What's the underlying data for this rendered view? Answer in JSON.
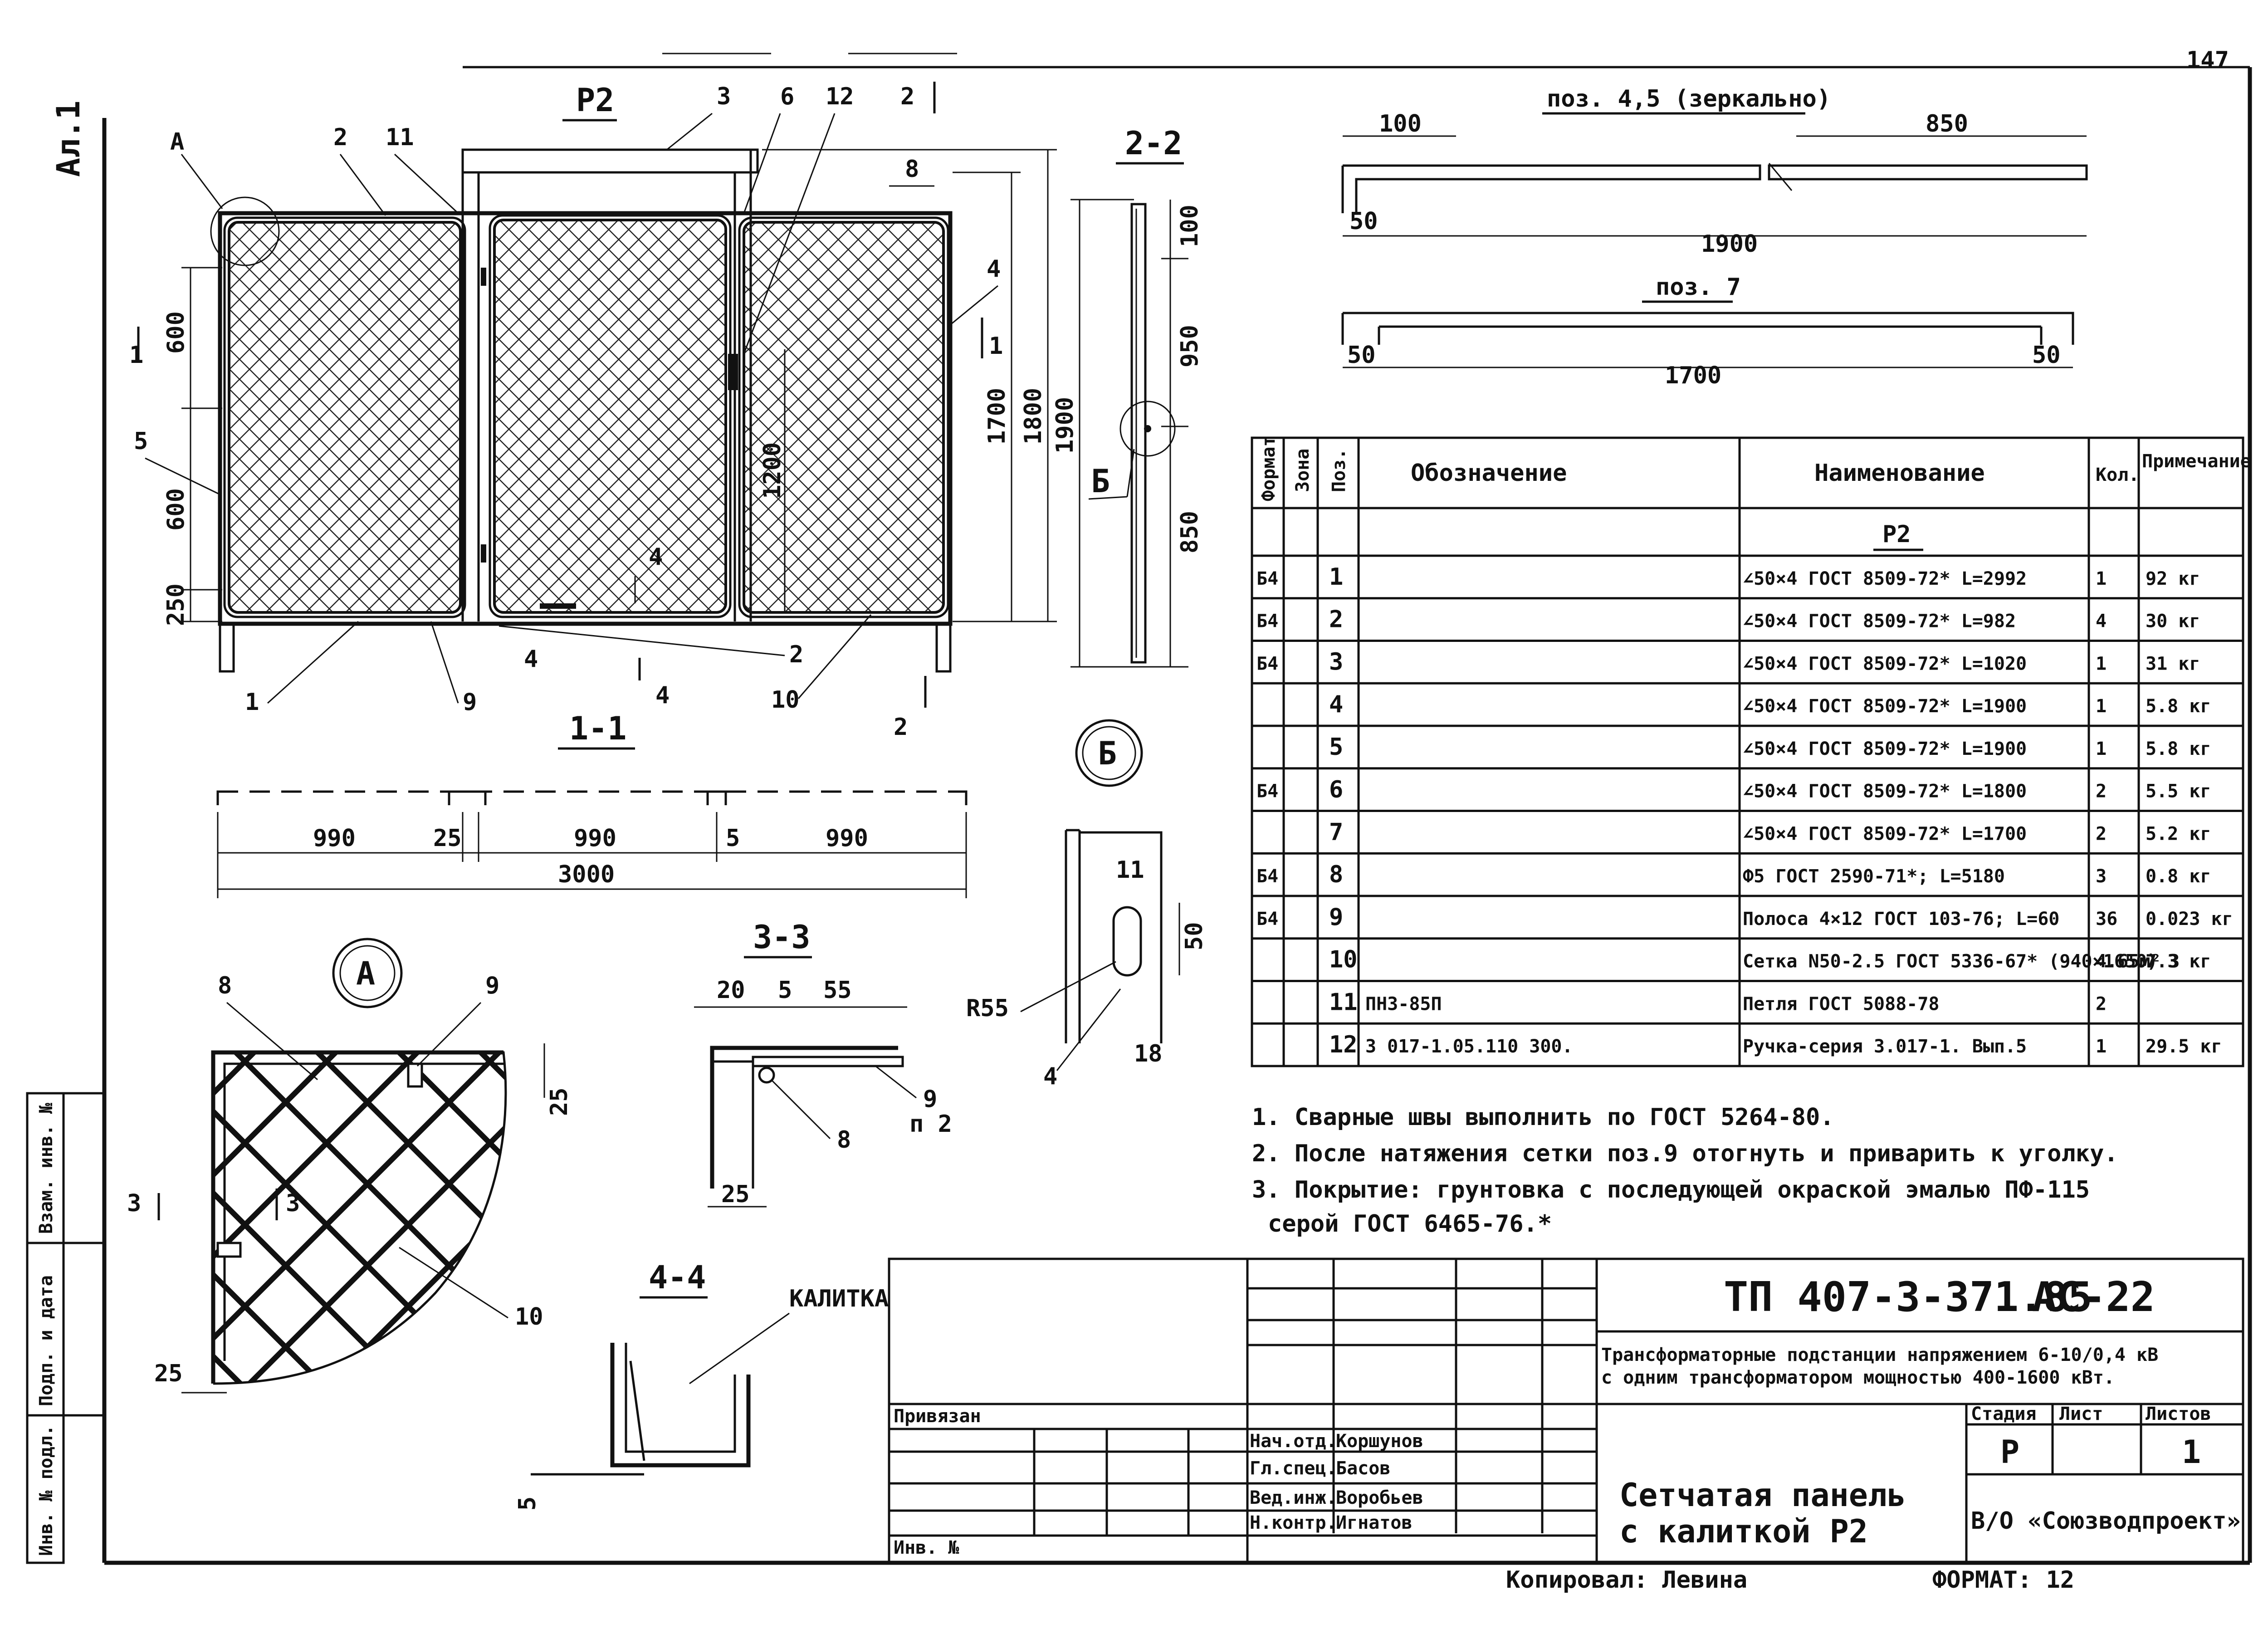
{
  "sheet": {
    "sheet_label": "Ал.1",
    "page_number": "147",
    "format": "ФОРМАТ: 12",
    "copied_by": "Копировал: Левина"
  },
  "main_view": {
    "title": "Р2",
    "section_marks": [
      "1",
      "1",
      "2",
      "2",
      "4",
      "4"
    ],
    "callouts": [
      "2",
      "11",
      "3",
      "6",
      "12",
      "8",
      "4",
      "5",
      "1",
      "9",
      "2",
      "10",
      "4"
    ],
    "callout_a": "А",
    "dims": {
      "d600a": "600",
      "d600b": "600",
      "d250": "250",
      "d1200": "1200",
      "d1700": "1700",
      "d1800": "1800"
    }
  },
  "view_2_2": {
    "title": "2-2",
    "dims": [
      "100",
      "950",
      "850",
      "1900"
    ],
    "callout": "Б"
  },
  "view_1_1": {
    "title": "1-1",
    "dims": [
      "990",
      "25",
      "990",
      "5",
      "990",
      "3000"
    ]
  },
  "pos45": {
    "title": "поз. 4,5 (зеркально)",
    "dims": [
      "100",
      "850",
      "50",
      "1900"
    ]
  },
  "pos7": {
    "title": "поз. 7",
    "dims": [
      "50",
      "50",
      "1700"
    ]
  },
  "detail_a": {
    "title": "А",
    "callouts": [
      "8",
      "9",
      "3",
      "3",
      "10"
    ],
    "dims": [
      "25",
      "25"
    ]
  },
  "view_3_3": {
    "title": "3-3",
    "dims": [
      "20",
      "5",
      "55",
      "25"
    ],
    "callouts": [
      "8",
      "9",
      "п 2"
    ]
  },
  "detail_b": {
    "title": "Б",
    "dims": [
      "11",
      "50",
      "18"
    ],
    "radius": "R55",
    "callout": "4"
  },
  "view_4_4": {
    "title": "4-4",
    "label": "КАЛИТКА",
    "dim": "5"
  },
  "spec_table": {
    "headers": [
      "Формат",
      "Зона",
      "Поз.",
      "Обозначение",
      "Наименование",
      "Кол.",
      "Примечание"
    ],
    "group_title": "Р2",
    "rows": [
      {
        "format": "Б4",
        "pos": "1",
        "designation": "",
        "name": "∠50×4 ГОСТ 8509-72* L=2992",
        "qty": "1",
        "note": "92 кг"
      },
      {
        "format": "Б4",
        "pos": "2",
        "designation": "",
        "name": "∠50×4 ГОСТ 8509-72* L=982",
        "qty": "4",
        "note": "30 кг"
      },
      {
        "format": "Б4",
        "pos": "3",
        "designation": "",
        "name": "∠50×4 ГОСТ 8509-72* L=1020",
        "qty": "1",
        "note": "31 кг"
      },
      {
        "format": "",
        "pos": "4",
        "designation": "",
        "name": "∠50×4 ГОСТ 8509-72* L=1900",
        "qty": "1",
        "note": "5.8 кг"
      },
      {
        "format": "",
        "pos": "5",
        "designation": "",
        "name": "∠50×4 ГОСТ 8509-72* L=1900",
        "qty": "1",
        "note": "5.8 кг"
      },
      {
        "format": "Б4",
        "pos": "6",
        "designation": "",
        "name": "∠50×4 ГОСТ 8509-72* L=1800",
        "qty": "2",
        "note": "5.5 кг"
      },
      {
        "format": "",
        "pos": "7",
        "designation": "",
        "name": "∠50×4 ГОСТ 8509-72* L=1700",
        "qty": "2",
        "note": "5.2 кг"
      },
      {
        "format": "Б4",
        "pos": "8",
        "designation": "",
        "name": "Ф5 ГОСТ 2590-71*; L=5180",
        "qty": "3",
        "note": "0.8 кг"
      },
      {
        "format": "Б4",
        "pos": "9",
        "designation": "",
        "name": "Полоса 4×12 ГОСТ 103-76; L=60",
        "qty": "36",
        "note": "0.023 кг"
      },
      {
        "format": "",
        "pos": "10",
        "designation": "",
        "name": "Сетка N50-2.5 ГОСТ 5336-67* (940×1650) 3",
        "qty": "4.65м²",
        "note": "7.3 кг"
      },
      {
        "format": "",
        "pos": "11",
        "designation": "ПНЗ-85П",
        "name": "Петля ГОСТ 5088-78",
        "qty": "2",
        "note": ""
      },
      {
        "format": "",
        "pos": "12",
        "designation": "3 017-1.05.110 300.",
        "name": "Ручка-серия 3.017-1. Вып.5",
        "qty": "1",
        "note": "29.5 кг"
      }
    ]
  },
  "notes": [
    "1. Сварные швы выполнить по ГОСТ 5264-80.",
    "2. После натяжения сетки поз.9 отогнуть и приварить к уголку.",
    "3. Покрытие: грунтовка с последующей окраской эмалью ПФ-115",
    "серой ГОСТ 6465-76.*"
  ],
  "title_block": {
    "code": "ТП 407-3-371.85",
    "sheet_mark": "АС-22",
    "project_line1": "Трансформаторные подстанции напряжением 6-10/0,4 кВ",
    "project_line2": "с одним трансформатором мощностью 400-1600 кВт.",
    "stage_header": "Стадия",
    "sheet_header": "Лист",
    "sheets_header": "Листов",
    "stage": "Р",
    "sheet": "",
    "sheets": "1",
    "title_line1": "Сетчатая панель",
    "title_line2": "с калиткой Р2",
    "org": "В/О «Союзводпроект»",
    "privyazan": "Привязан",
    "inv_no": "Инв. №",
    "staff": [
      {
        "role": "Нач.отд.",
        "name": "Коршунов"
      },
      {
        "role": "Гл.спец.",
        "name": "Басов"
      },
      {
        "role": "Вед.инж.",
        "name": "Воробьев"
      },
      {
        "role": "Н.контр.",
        "name": "Игнатов"
      }
    ]
  },
  "side_stamp": {
    "cells": [
      "Взам. инв. №",
      "Подп. и дата",
      "Инв. № подл."
    ]
  }
}
